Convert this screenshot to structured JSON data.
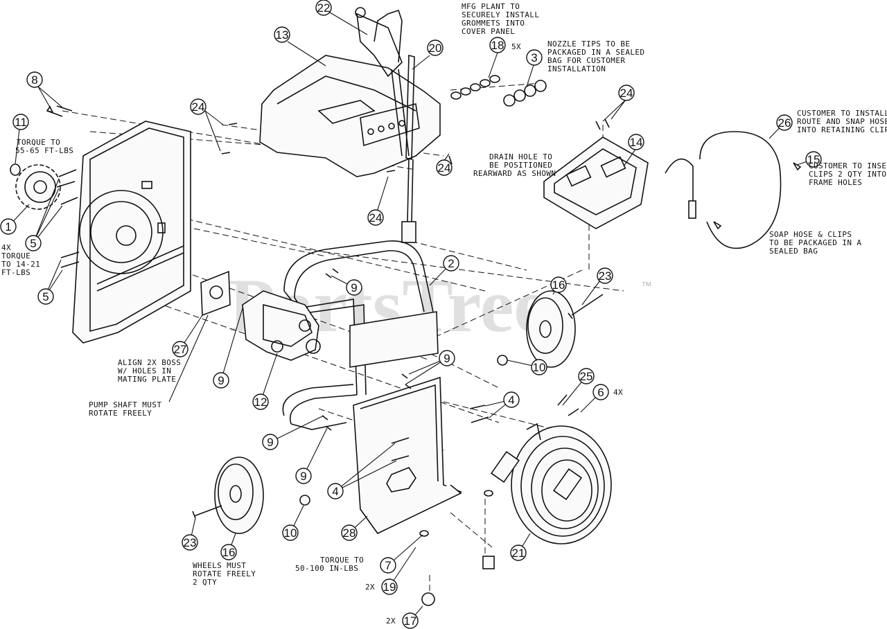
{
  "watermark": {
    "text": "PartsTree",
    "trademark": "™"
  },
  "callouts": [
    {
      "id": "c22",
      "num": "22"
    },
    {
      "id": "c13",
      "num": "13"
    },
    {
      "id": "c20",
      "num": "20"
    },
    {
      "id": "c18",
      "num": "18"
    },
    {
      "id": "c3",
      "num": "3"
    },
    {
      "id": "c8",
      "num": "8"
    },
    {
      "id": "c11",
      "num": "11"
    },
    {
      "id": "c24a",
      "num": "24"
    },
    {
      "id": "c24b",
      "num": "24"
    },
    {
      "id": "c24c",
      "num": "24"
    },
    {
      "id": "c24d",
      "num": "24"
    },
    {
      "id": "c14",
      "num": "14"
    },
    {
      "id": "c26",
      "num": "26"
    },
    {
      "id": "c15",
      "num": "15"
    },
    {
      "id": "c1",
      "num": "1"
    },
    {
      "id": "c5a",
      "num": "5"
    },
    {
      "id": "c5b",
      "num": "5"
    },
    {
      "id": "c2",
      "num": "2"
    },
    {
      "id": "c9a",
      "num": "9"
    },
    {
      "id": "c23a",
      "num": "23"
    },
    {
      "id": "c16a",
      "num": "16"
    },
    {
      "id": "c27",
      "num": "27"
    },
    {
      "id": "c9b",
      "num": "9"
    },
    {
      "id": "c10a",
      "num": "10"
    },
    {
      "id": "c9c",
      "num": "9"
    },
    {
      "id": "c12",
      "num": "12"
    },
    {
      "id": "c25",
      "num": "25"
    },
    {
      "id": "c6",
      "num": "6"
    },
    {
      "id": "c4a",
      "num": "4"
    },
    {
      "id": "c9d",
      "num": "9"
    },
    {
      "id": "c9e",
      "num": "9"
    },
    {
      "id": "c4b",
      "num": "4"
    },
    {
      "id": "c10b",
      "num": "10"
    },
    {
      "id": "c28",
      "num": "28"
    },
    {
      "id": "c23b",
      "num": "23"
    },
    {
      "id": "c16b",
      "num": "16"
    },
    {
      "id": "c21",
      "num": "21"
    },
    {
      "id": "c7",
      "num": "7"
    },
    {
      "id": "c19",
      "num": "19"
    },
    {
      "id": "c17",
      "num": "17"
    }
  ],
  "notes": {
    "mfg_plant": [
      "MFG PLANT TO",
      "SECURELY INSTALL",
      "GROMMETS INTO",
      "COVER PANEL"
    ],
    "qty_18": "5X",
    "nozzle_tips": [
      "NOZZLE TIPS TO BE",
      "PACKAGED IN A SEALED",
      "BAG FOR CUSTOMER",
      "INSTALLATION"
    ],
    "torque_11": [
      "TORQUE TO",
      "55-65 FT-LBS"
    ],
    "customer_install": [
      "CUSTOMER TO INSTALL,",
      "ROUTE AND SNAP HOSE",
      "INTO RETAINING CLIPS"
    ],
    "drain_hole": [
      "DRAIN HOLE TO",
      "BE POSITIONED",
      "REARWARD AS SHOWN"
    ],
    "customer_insert": [
      "CUSTOMER TO INSERT",
      "CLIPS 2 QTY INTO",
      "FRAME HOLES"
    ],
    "soap_hose": [
      "SOAP HOSE & CLIPS",
      "TO BE PACKAGED IN A",
      "SEALED BAG"
    ],
    "torque_5": [
      "4X",
      "TORQUE",
      "TO 14-21",
      "FT-LBS"
    ],
    "align_boss": [
      "ALIGN 2X BOSS",
      "W/ HOLES IN",
      "MATING PLATE"
    ],
    "pump_shaft": [
      "PUMP SHAFT MUST",
      "ROTATE FREELY"
    ],
    "qty_6": "4X",
    "wheels": [
      "WHEELS MUST",
      "ROTATE FREELY",
      "2 QTY"
    ],
    "torque_frame": [
      "TORQUE TO",
      "50-100 IN-LBS"
    ],
    "qty_19": "2X",
    "qty_17": "2X"
  }
}
